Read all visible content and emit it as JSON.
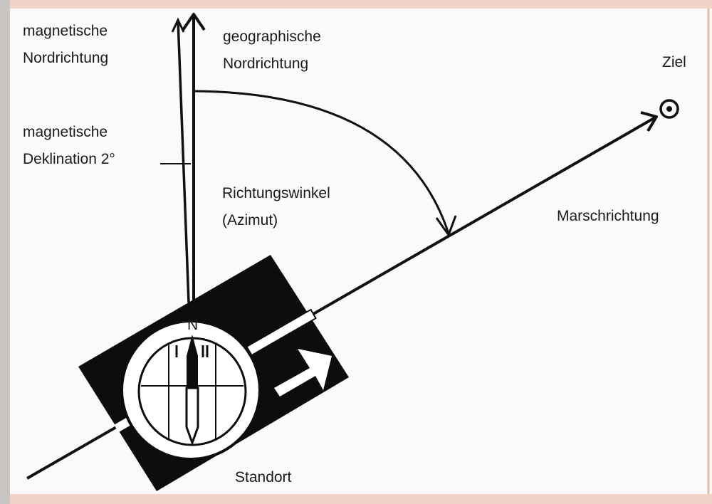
{
  "labels": {
    "magnetic_north_line1": "magnetische",
    "magnetic_north_line2": "Nordrichtung",
    "geographic_north_line1": "geographische",
    "geographic_north_line2": "Nordrichtung",
    "declination_line1": "magnetische",
    "declination_line2": "Deklination 2°",
    "angle_line1": "Richtungswinkel",
    "angle_line2": "(Azimut)",
    "target": "Ziel",
    "march_direction": "Marschrichtung",
    "position": "Standort",
    "compass_needle_letter": "N"
  },
  "colors": {
    "frame_edge": "#e8b7a6",
    "ink": "#111111",
    "paper": "#fbfaf8"
  }
}
